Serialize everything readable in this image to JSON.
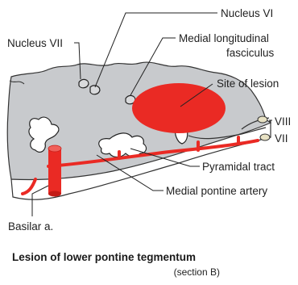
{
  "labels": {
    "nucleus_vi": "Nucleus VI",
    "nucleus_vii": "Nucleus VII",
    "mlf_line1": "Medial longitudinal",
    "mlf_line2": "fasciculus",
    "site_of_lesion": "Site of lesion",
    "nerve_viii": "VIII",
    "nerve_vii": "VII",
    "pyramidal_tract": "Pyramidal tract",
    "medial_pontine_artery": "Medial pontine artery",
    "basilar_artery": "Basilar a."
  },
  "caption": {
    "title": "Lesion of lower pontine tegmentum",
    "subtitle": "(section B)"
  },
  "colors": {
    "lesion": "#ea2a24",
    "vessel": "#ea2a24",
    "section_top": "#c8cacd",
    "section_side": "#ffffff",
    "background": "#ffffff"
  }
}
